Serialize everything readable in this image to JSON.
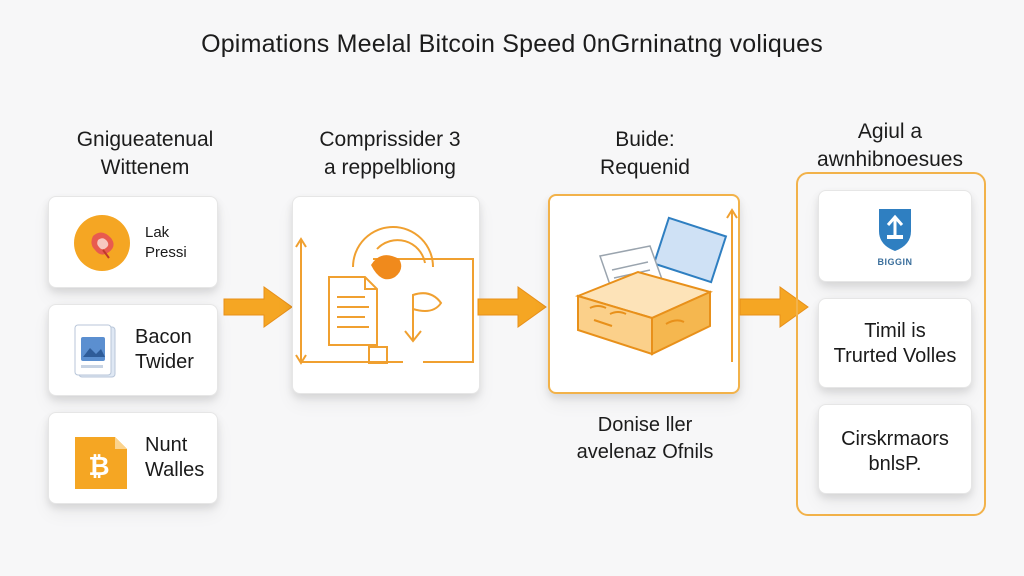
{
  "title": "Opimations Meelal Bitcoin Speed 0nGrninatng voliques",
  "columns": [
    {
      "label_lines": [
        "Gnigueatenual",
        "Wittenem"
      ]
    },
    {
      "label_lines": [
        "Comprissider 3",
        "a reppelbliong"
      ]
    },
    {
      "label_lines": [
        "Buide:",
        "Requenid"
      ]
    },
    {
      "label_lines": [
        "Agiul a",
        "awnhibnoesues"
      ]
    }
  ],
  "left_cards": [
    {
      "lines": [
        "Lak",
        "Pressi"
      ]
    },
    {
      "lines": [
        "Bacon",
        "Twider"
      ]
    },
    {
      "lines": [
        "Nunt",
        "Walles"
      ]
    }
  ],
  "middle_caption": [
    "Donise ller",
    "avelenaz Ofnils"
  ],
  "right_cards": [
    {
      "icon_label": "BIGGIN"
    },
    {
      "lines": [
        "Timil is",
        "Trurted Volles"
      ]
    },
    {
      "lines": [
        "Cirskrmaors",
        "bnlsP."
      ]
    }
  ],
  "colors": {
    "accent": "#f5a623",
    "accent_dark": "#e8901a",
    "blue": "#2f7fc1",
    "highlight_border": "#f2b24a"
  }
}
